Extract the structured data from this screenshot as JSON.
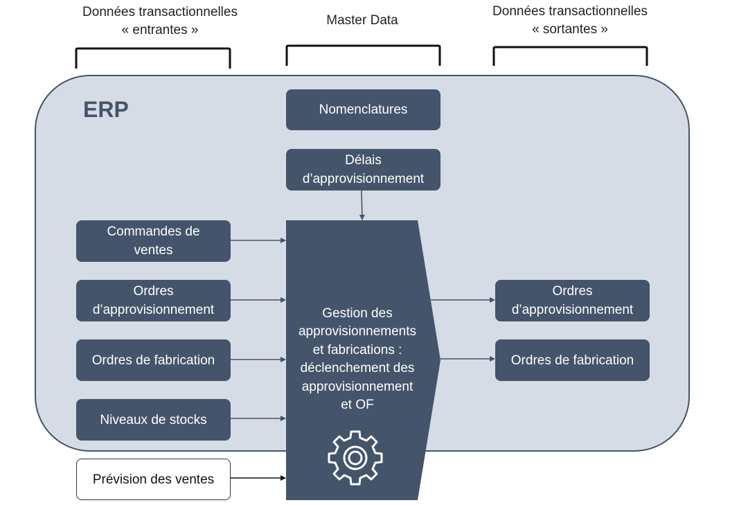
{
  "headers": {
    "incoming": [
      "Données transactionnelles",
      "« entrantes »"
    ],
    "master": "Master Data",
    "outgoing": [
      "Données transactionnelles",
      "« sortantes »"
    ]
  },
  "erp": {
    "title": "ERP"
  },
  "master_data": {
    "nomenclatures": "Nomenclatures",
    "delais": [
      "Délais",
      "d’approvisionnement"
    ]
  },
  "inputs": [
    [
      "Commandes de",
      "ventes"
    ],
    [
      "Ordres",
      "d’approvisionnement"
    ],
    [
      "Ordres de fabrication"
    ],
    [
      "Niveaux de stocks"
    ]
  ],
  "external_input": "Prévision des ventes",
  "process": {
    "lines": [
      "Gestion des",
      "approvisionnements",
      "et fabrications :",
      "déclenchement des",
      "approvisionnement",
      "et OF"
    ],
    "icon": "gear-icon"
  },
  "outputs": [
    [
      "Ordres",
      "d’approvisionnement"
    ],
    [
      "Ordres de fabrication"
    ]
  ],
  "colors": {
    "box": "#44546a",
    "erp_background": "#d6dce5",
    "text_on_box": "#ffffff"
  }
}
